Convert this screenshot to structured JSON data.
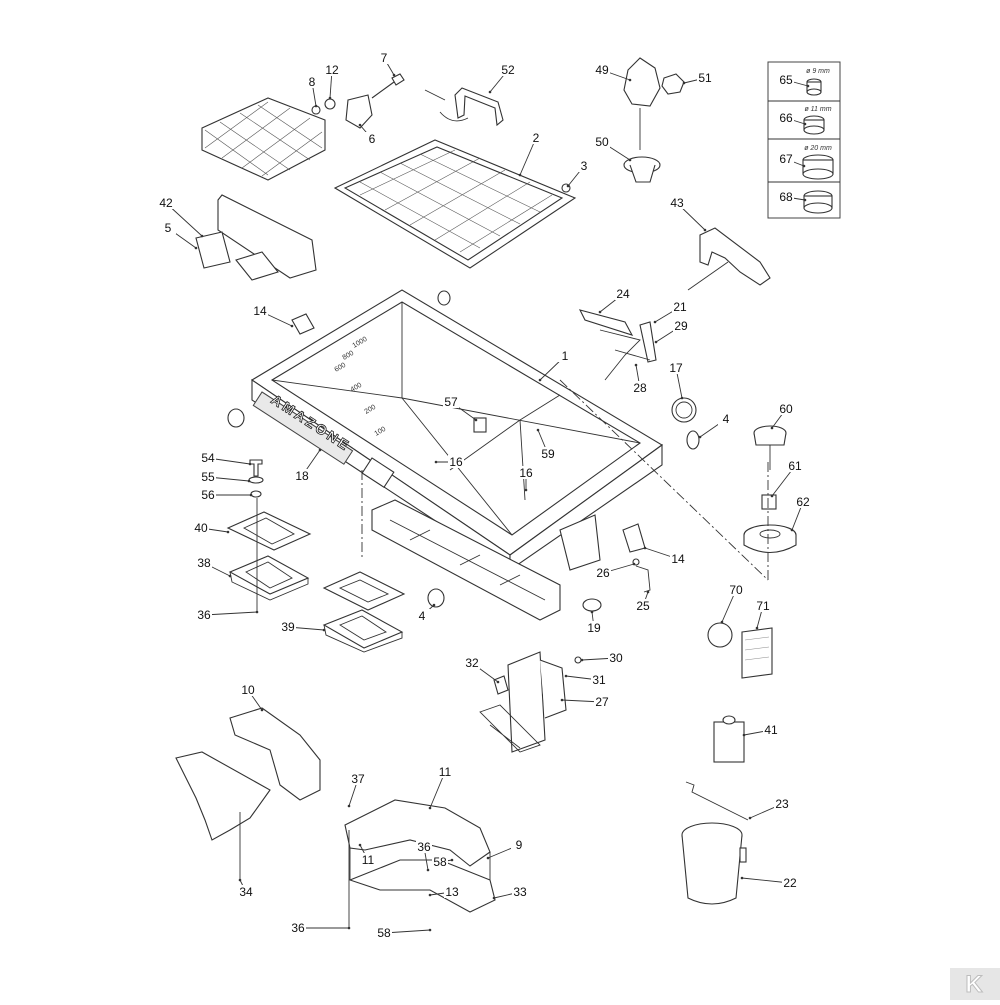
{
  "labels": [
    "1",
    "2",
    "3",
    "4",
    "4",
    "5",
    "6",
    "7",
    "8",
    "9",
    "10",
    "11",
    "11",
    "12",
    "13",
    "14",
    "14",
    "16",
    "16",
    "17",
    "18",
    "19",
    "21",
    "22",
    "23",
    "24",
    "25",
    "26",
    "27",
    "28",
    "29",
    "30",
    "31",
    "32",
    "33",
    "34",
    "36",
    "36",
    "36",
    "37",
    "38",
    "39",
    "40",
    "41",
    "42",
    "43",
    "49",
    "50",
    "51",
    "52",
    "54",
    "55",
    "56",
    "57",
    "58",
    "58",
    "59",
    "60",
    "61",
    "62",
    "65",
    "66",
    "67",
    "68",
    "70",
    "71"
  ],
  "hopper_brand": "AMAZONE",
  "scale_marks": [
    "1000",
    "800",
    "600",
    "400",
    "200",
    "100"
  ],
  "legend": {
    "items": [
      {
        "num": "65",
        "size": "ø 9 mm"
      },
      {
        "num": "66",
        "size": "ø 11 mm"
      },
      {
        "num": "67",
        "size": "ø 20 mm"
      },
      {
        "num": "68",
        "size": ""
      }
    ]
  },
  "logo": "K"
}
